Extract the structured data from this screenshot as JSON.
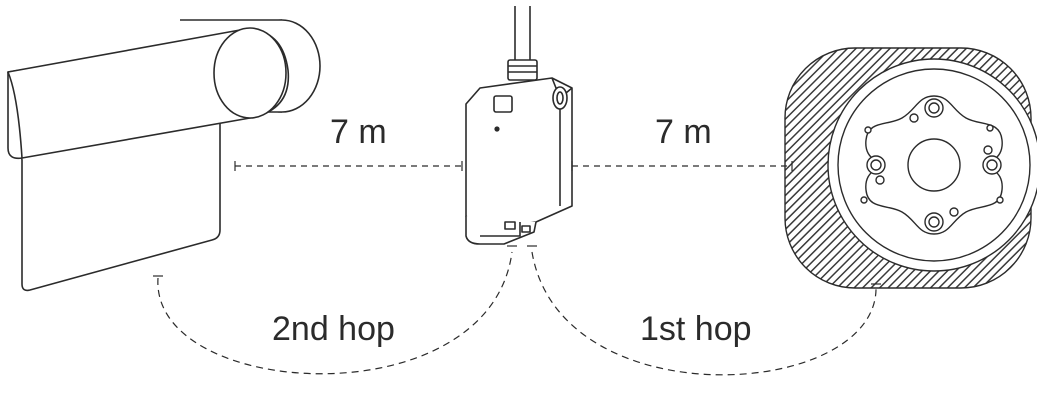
{
  "diagram": {
    "distances": {
      "left": "7 m",
      "right": "7 m"
    },
    "hops": {
      "second": "2nd hop",
      "first": "1st hop"
    },
    "devices": {
      "left": "siren-icon",
      "middle": "repeater-icon",
      "right": "hub-icon"
    },
    "colors": {
      "stroke": "#2b2b2b",
      "hub_ring": "#3a3a3a",
      "background": "#ffffff"
    }
  }
}
